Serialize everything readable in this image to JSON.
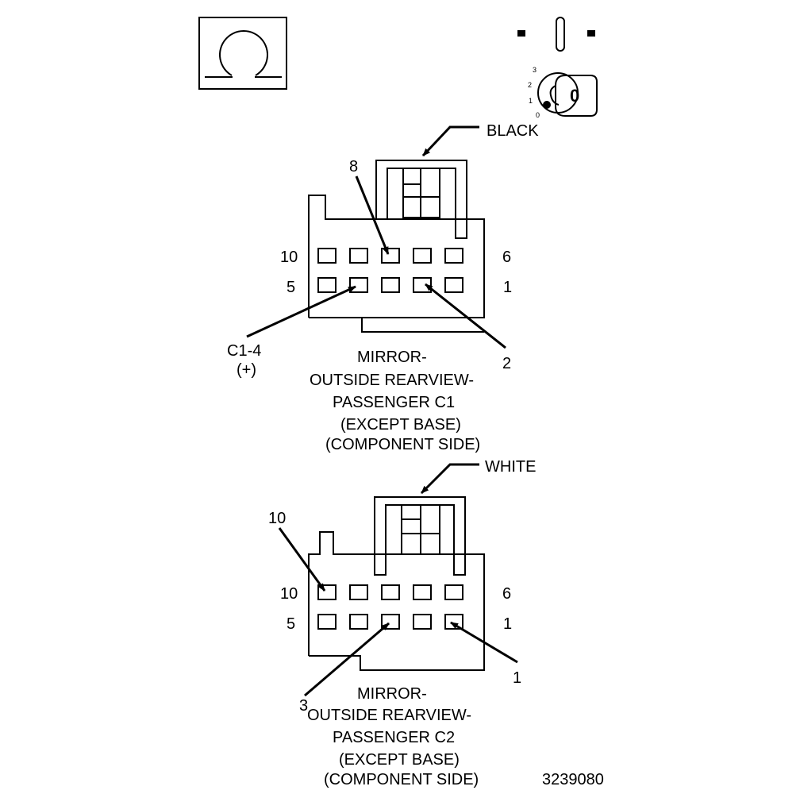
{
  "connector_c1": {
    "housing_color_label": "BLACK",
    "callout_pin_top": "8",
    "row_top_left": "10",
    "row_top_right": "6",
    "row_bottom_left": "5",
    "row_bottom_right": "1",
    "callout_pin_2": "2",
    "callout_c1_4": "C1-4",
    "callout_c1_4_polarity": "(+)",
    "title_lines": [
      "MIRROR-",
      "OUTSIDE REARVIEW-",
      "PASSENGER C1",
      "(EXCEPT BASE)",
      "(COMPONENT SIDE)"
    ]
  },
  "connector_c2": {
    "housing_color_label": "WHITE",
    "callout_pin_10": "10",
    "row_top_left": "10",
    "row_top_right": "6",
    "row_bottom_left": "5",
    "row_bottom_right": "1",
    "callout_pin_1": "1",
    "callout_pin_3": "3",
    "title_lines": [
      "MIRROR-",
      "OUTSIDE REARVIEW-",
      "PASSENGER C2",
      "(EXCEPT BASE)",
      "(COMPONENT SIDE)"
    ]
  },
  "ignition_key": {
    "key_label": "0",
    "positions": [
      "3",
      "2",
      "1",
      "0"
    ]
  },
  "figure_number": "3239080"
}
